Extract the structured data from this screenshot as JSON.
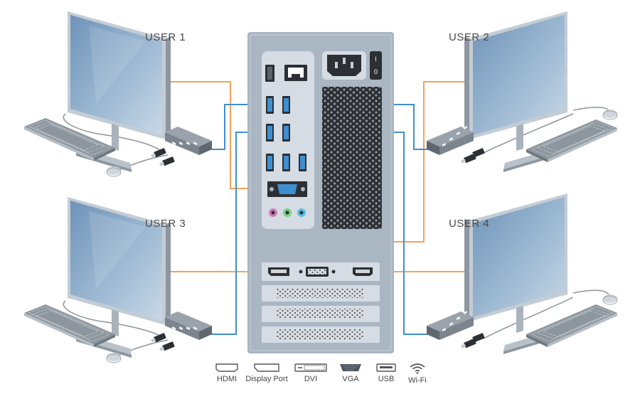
{
  "users": [
    {
      "label": "USER 1"
    },
    {
      "label": "USER 2"
    },
    {
      "label": "USER 3"
    },
    {
      "label": "USER 4"
    }
  ],
  "legend": [
    {
      "label": "HDMI",
      "icon": "hdmi-port-icon"
    },
    {
      "label": "Display Port",
      "icon": "displayport-icon"
    },
    {
      "label": "DVI",
      "icon": "dvi-port-icon"
    },
    {
      "label": "VGA",
      "icon": "vga-port-icon"
    },
    {
      "label": "USB",
      "icon": "usb-port-icon"
    },
    {
      "label": "Wi-Fi",
      "icon": "wifi-icon"
    }
  ],
  "pc": {
    "power_switch_on": "I",
    "power_switch_off": "0"
  },
  "colors": {
    "video_cable": "#f0a35e",
    "usb_cable": "#3f8fd0",
    "case": "#aab6c2",
    "panel": "#d5dce3",
    "monitor_screen": "#8fb0cf",
    "grille": "#2c2f33"
  }
}
